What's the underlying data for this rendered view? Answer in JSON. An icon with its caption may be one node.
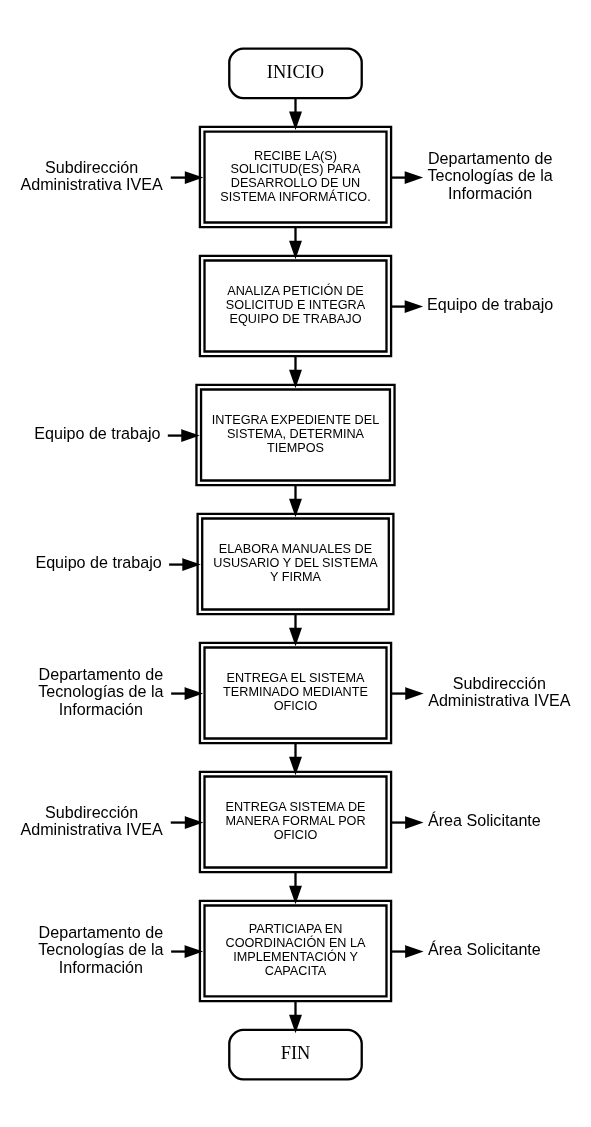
{
  "diagram": {
    "nodes": [
      {
        "text": [
          "INICIO"
        ]
      },
      {
        "text": [
          "Subdirección Administrativa IVEA"
        ]
      },
      {
        "text": [
          "RECIBE LA(S) SOLICITUD(ES) PARA DESARROLLO DE UN SISTEMA INFORMÁTICO."
        ]
      },
      {
        "text": [
          "Departamento de Tecnologías de la Información"
        ]
      },
      {
        "text": [
          "ANALIZA PETICIÓN DE SOLICITUD E INTEGRA EQUIPO DE TRABAJO"
        ]
      },
      {
        "text": [
          "Equipo de trabajo"
        ]
      },
      {
        "text": [
          "Equipo de trabajo"
        ]
      },
      {
        "text": [
          "INTEGRA EXPEDIENTE DEL SISTEMA, DETERMINA TIEMPOS"
        ]
      },
      {
        "text": [
          "Equipo de trabajo"
        ]
      },
      {
        "text": [
          "ELABORA MANUALES DE USUSARIO Y DEL SISTEMA Y FIRMA"
        ]
      },
      {
        "text": [
          "Departamento de Tecnologías de la Información"
        ]
      },
      {
        "text": [
          "ENTREGA EL SISTEMA TERMINADO MEDIANTE OFICIO"
        ]
      },
      {
        "text": [
          "Subdirección Administrativa IVEA"
        ]
      },
      {
        "text": [
          "Subdirección Administrativa IVEA"
        ]
      },
      {
        "text": [
          "ENTREGA SISTEMA DE MANERA FORMAL POR OFICIO"
        ]
      },
      {
        "text": [
          "Área Solicitante"
        ]
      },
      {
        "text": [
          "Departamento de Tecnologías de la Información"
        ]
      },
      {
        "text": [
          "PARTICIAPA EN COORDINACIÓN EN LA IMPLEMENTACIÓN Y CAPACITA"
        ]
      },
      {
        "text": [
          "Área Solicitante"
        ]
      },
      {
        "text": [
          "FIN"
        ]
      }
    ],
    "edges": [
      {
        "from": 0,
        "to": 2,
        "arrow": "to"
      },
      {
        "from": 1,
        "to": 2,
        "arrow": "to"
      },
      {
        "from": 2,
        "to": 3,
        "arrow": "to"
      },
      {
        "from": 2,
        "to": 4,
        "arrow": "to"
      },
      {
        "from": 4,
        "to": 5,
        "arrow": "to"
      },
      {
        "from": 6,
        "to": 7,
        "arrow": "to"
      },
      {
        "from": 4,
        "to": 7,
        "arrow": "to"
      },
      {
        "from": 8,
        "to": 9,
        "arrow": "to"
      },
      {
        "from": 7,
        "to": 9,
        "arrow": "to"
      },
      {
        "from": 10,
        "to": 11,
        "arrow": "to"
      },
      {
        "from": 9,
        "to": 11,
        "arrow": "to"
      },
      {
        "from": 11,
        "to": 12,
        "arrow": "to"
      },
      {
        "from": 13,
        "to": 14,
        "arrow": "to"
      },
      {
        "from": 11,
        "to": 14,
        "arrow": "to"
      },
      {
        "from": 14,
        "to": 15,
        "arrow": "to"
      },
      {
        "from": 16,
        "to": 17,
        "arrow": "to"
      },
      {
        "from": 14,
        "to": 17,
        "arrow": "to"
      },
      {
        "from": 17,
        "to": 18,
        "arrow": "to"
      },
      {
        "from": 17,
        "to": 19,
        "arrow": "to"
      }
    ]
  }
}
